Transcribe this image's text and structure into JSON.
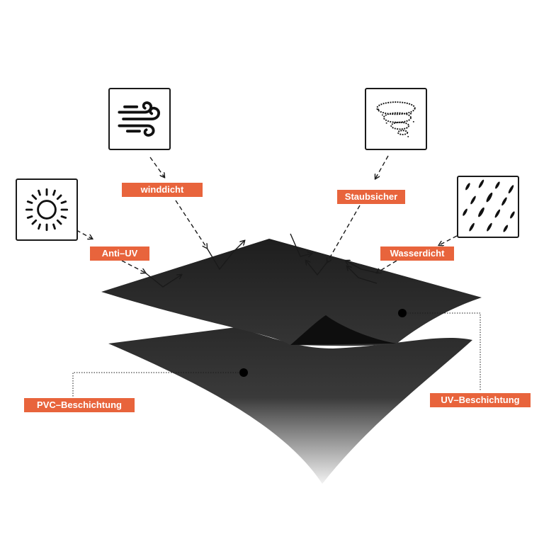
{
  "diagram": {
    "features": [
      {
        "label": "Anti–UV",
        "icon": "sun-icon"
      },
      {
        "label": "winddicht",
        "icon": "wind-icon"
      },
      {
        "label": "Staubsicher",
        "icon": "dust-swirl-icon"
      },
      {
        "label": "Wasserdicht",
        "icon": "rain-icon"
      }
    ],
    "layers": [
      {
        "label": "PVC–Beschichtung",
        "color": "#2a2a2a"
      },
      {
        "label": "UV–Beschichtung",
        "color": "#2c2c2c"
      }
    ],
    "colors": {
      "accent": "#e8643c",
      "line": "#1a1a1a",
      "box_border": "#1a1a1a"
    }
  }
}
